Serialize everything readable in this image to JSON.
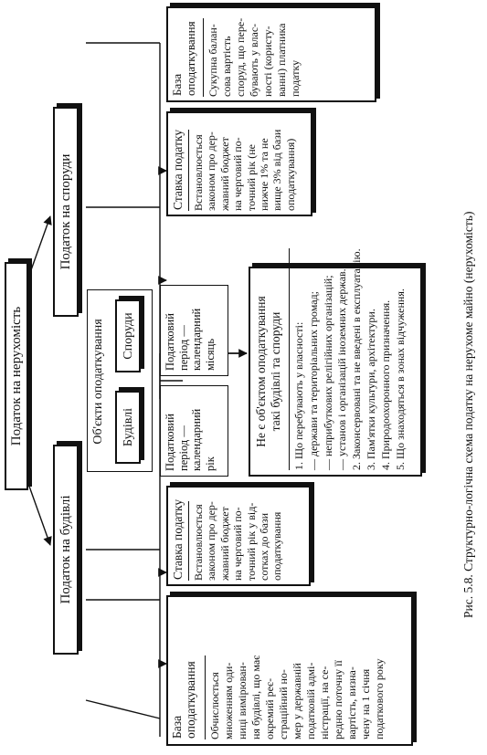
{
  "root": "Податок на нерухомість",
  "branches": {
    "buildings": "Податок на будівлі",
    "structures": "Податок на споруди"
  },
  "objects": {
    "title": "Об'єкти оподаткування",
    "buildings": "Будівлі",
    "structures": "Споруди"
  },
  "periods": {
    "buildings": "Податковий\nперіод —\nкалендарний\nрік",
    "structures": "Податковий\nперіод —\nкалендарний\nмісяць"
  },
  "rate_buildings": {
    "title": "Ставка податку",
    "body": "Встановлюється\nзаконом про дер-\nжавний бюджет\nна черговий по-\nточний рік у від-\nсотках до бази\nоподаткування"
  },
  "rate_structures": {
    "title": "Ставка податку",
    "body": "Встановлюється\nзаконом про дер-\nжавний бюджет\nна черговий по-\nточний рік (не\nнижче 1% та не\nвище 3% від бази\nоподаткування)"
  },
  "base_buildings": {
    "title": "База\nоподаткування",
    "body": "Обчислюється\nмноженням оди-\nниці вимірюван-\nня будівлі, що має\nокремий реє-\nстраційний но-\nмер у державній\nподатковій адмі-\nністрації, на се-\nредню поточну її\nвартість, визна-\nчену на 1 січня\nподаткового року"
  },
  "base_structures": {
    "title": "База\nоподаткування",
    "body": "Сукупна балан-\nсова вартість\nспоруд, що пере-\nбувають у влас-\nності (користу-\nванні) платника\nподатку"
  },
  "not_object": {
    "title": "Не є об'єктом оподаткування\nтакі будівлі та споруди",
    "items": "1. Що перебувають у власності:\n— держави та територіальних громад;\n— неприбуткових релігійних організацій;\n— установ і організацій іноземних держав.\n2. Законсервовані та не введені в експлуатацію.\n3. Пам'ятки культури, архітектури.\n4. Природоохоронного призначення.\n5. Що знаходяться в зонах відчуження."
  },
  "caption": "Рис. 5.8. Структурно-логічна схема податку на нерухоме майно (нерухомість)"
}
